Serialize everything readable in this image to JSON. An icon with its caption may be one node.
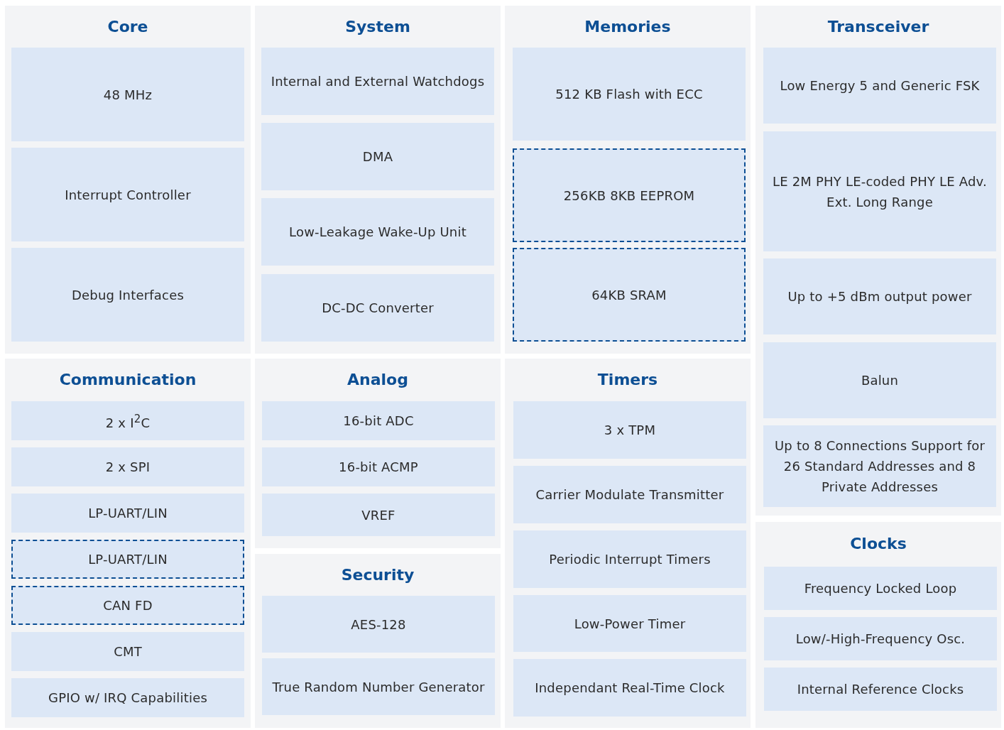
{
  "diagram": {
    "nodes": [
      {
        "text": [
          "Core"
        ]
      },
      {
        "text": [
          "48 MHz"
        ],
        "in": 0
      },
      {
        "text": [
          "Interrupt Controller"
        ],
        "in": 0
      },
      {
        "text": [
          "Debug Interfaces"
        ],
        "in": 0
      },
      {
        "text": [
          "System"
        ]
      },
      {
        "text": [
          "Internal and External Watchdogs"
        ],
        "in": 4
      },
      {
        "text": [
          "DMA"
        ],
        "in": 4
      },
      {
        "text": [
          "Low-Leakage Wake-Up Unit"
        ],
        "in": 4
      },
      {
        "text": [
          "DC-DC Converter"
        ],
        "in": 4
      },
      {
        "text": [
          "Memories"
        ]
      },
      {
        "text": [
          "512 KB Flash with ECC"
        ],
        "in": 9
      },
      {
        "text": [
          "256KB 8KB EEPROM"
        ],
        "in": 9
      },
      {
        "text": [
          "64KB SRAM"
        ],
        "in": 9
      },
      {
        "text": [
          "Transceiver"
        ]
      },
      {
        "text": [
          "Low Energy 5 and Generic FSK"
        ],
        "in": 13
      },
      {
        "text": [
          "LE 2M PHY LE-coded PHY LE Adv. Ext. Long Range"
        ],
        "in": 13
      },
      {
        "text": [
          "Up to +5 dBm output power"
        ],
        "in": 13
      },
      {
        "text": [
          "Balun"
        ],
        "in": 13
      },
      {
        "text": [
          "Up to 8 Connections Support for 26 Standard Addresses and 8 Private Addresses"
        ],
        "in": 13
      },
      {
        "text": [
          "Communication"
        ]
      },
      {
        "text": [
          "2 x I$^{2}$C"
        ],
        "in": 19
      },
      {
        "text": [
          "2 x SPI"
        ],
        "in": 19
      },
      {
        "text": [
          "LP-UART/LIN"
        ],
        "in": 19
      },
      {
        "text": [
          "LP-UART/LIN"
        ],
        "in": 19
      },
      {
        "text": [
          "CAN FD"
        ],
        "in": 19
      },
      {
        "text": [
          "CMT"
        ],
        "in": 19
      },
      {
        "text": [
          "GPIO w/ IRQ Capabilities"
        ],
        "in": 19
      },
      {
        "text": [
          "Analog"
        ]
      },
      {
        "text": [
          "16-bit ADC"
        ],
        "in": 27
      },
      {
        "text": [
          "16-bit ACMP"
        ],
        "in": 27
      },
      {
        "text": [
          "VREF"
        ],
        "in": 27
      },
      {
        "text": [
          "Security"
        ]
      },
      {
        "text": [
          "AES-128"
        ],
        "in": 31
      },
      {
        "text": [
          "True Random Number Generator"
        ],
        "in": 31
      },
      {
        "text": [
          "Timers"
        ]
      },
      {
        "text": [
          "3 x TPM"
        ],
        "in": 34
      },
      {
        "text": [
          "Carrier Modulate Transmitter"
        ],
        "in": 34
      },
      {
        "text": [
          "Periodic Interrupt Timers"
        ],
        "in": 34
      },
      {
        "text": [
          "Low-Power Timer"
        ],
        "in": 34
      },
      {
        "text": [
          "Independant Real-Time Clock"
        ],
        "in": 34
      },
      {
        "text": [
          "Clocks"
        ]
      },
      {
        "text": [
          "Frequency Locked Loop"
        ],
        "in": 40
      },
      {
        "text": [
          "Low/-High-Frequency Osc."
        ],
        "in": 40
      },
      {
        "text": [
          "Internal Reference Clocks"
        ],
        "in": 40
      }
    ]
  }
}
